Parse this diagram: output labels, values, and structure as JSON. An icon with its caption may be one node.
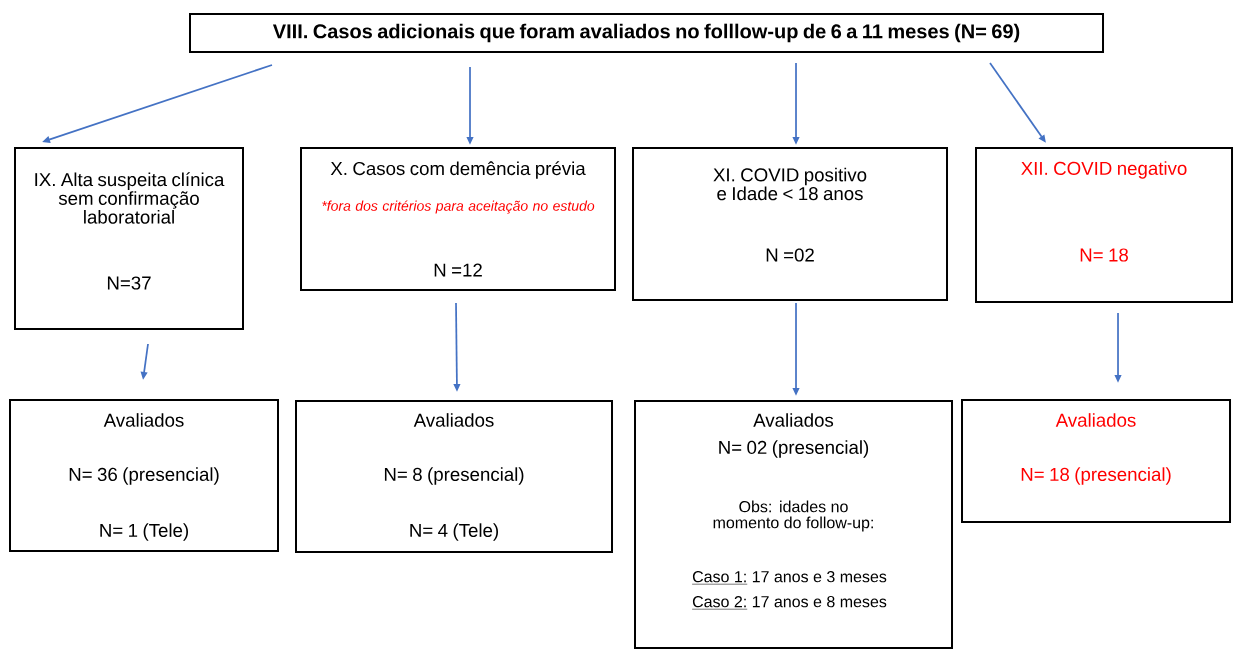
{
  "diagram": {
    "nodes": [
      {
        "text": [
          "VIII. Casos adicionais que foram avaliados no folllow-up de 6 a 11 meses (N= 69)"
        ]
      },
      {
        "text": [
          "IX. Alta suspeita clínica sem confirmação laboratorial",
          "N=37"
        ]
      },
      {
        "text": [
          "X. Casos com demência prévia",
          "*fora dos critérios para aceitação no estudo",
          "N =12"
        ]
      },
      {
        "text": [
          "XI. COVID positivo e Idade < 18 anos",
          "N =02"
        ]
      },
      {
        "text": [
          "XII. COVID negativo",
          "N= 18"
        ]
      },
      {
        "text": [
          "Avaliados",
          "N= 36 (presencial)",
          "N= 1 (Tele)"
        ]
      },
      {
        "text": [
          "Avaliados",
          "N= 8 (presencial)",
          "N= 4 (Tele)"
        ]
      },
      {
        "text": [
          "Avaliados",
          "N= 02 (presencial)",
          "Obs: idades no momento do follow-up:",
          "Caso 1:",
          "17 anos e 3 meses",
          "Caso 2:",
          "17 anos e 8 meses"
        ]
      },
      {
        "text": [
          "Avaliados",
          "N= 18 (presencial)"
        ]
      }
    ],
    "edges": [
      {
        "from": 0,
        "to": 1,
        "arrow": "to"
      },
      {
        "from": 0,
        "to": 2,
        "arrow": "to"
      },
      {
        "from": 0,
        "to": 3,
        "arrow": "to"
      },
      {
        "from": 0,
        "to": 4,
        "arrow": "to"
      },
      {
        "from": 1,
        "to": 5,
        "arrow": "to"
      },
      {
        "from": 2,
        "to": 6,
        "arrow": "to"
      },
      {
        "from": 3,
        "to": 7,
        "arrow": "to"
      },
      {
        "from": 4,
        "to": 8,
        "arrow": "to"
      }
    ]
  }
}
